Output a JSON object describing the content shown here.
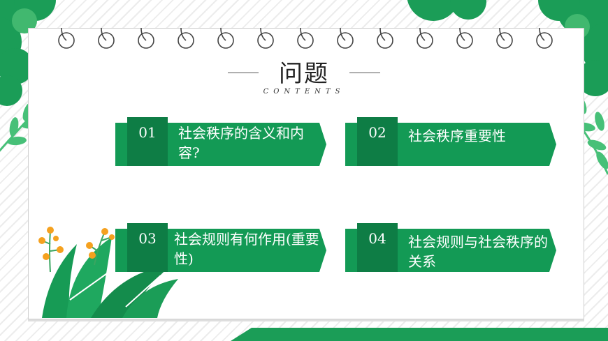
{
  "header": {
    "title": "问题",
    "subtitle": "CONTENTS"
  },
  "items": [
    {
      "number": "01",
      "text": "社会秩序的含义和内容?"
    },
    {
      "number": "02",
      "text": "社会秩序重要性"
    },
    {
      "number": "03",
      "text": "社会规则有何作用(重要性)"
    },
    {
      "number": "04",
      "text": "社会规则与社会秩序的关系"
    }
  ],
  "colors": {
    "primary_green": "#139a55",
    "dark_green": "#0e7d45",
    "leaf_green": "#1fa85f",
    "light_leaf": "#6bd08e",
    "berry_orange": "#f5a11f"
  },
  "icons": [
    "binder-ring-icon",
    "leaf-icon",
    "berry-branch-icon"
  ]
}
